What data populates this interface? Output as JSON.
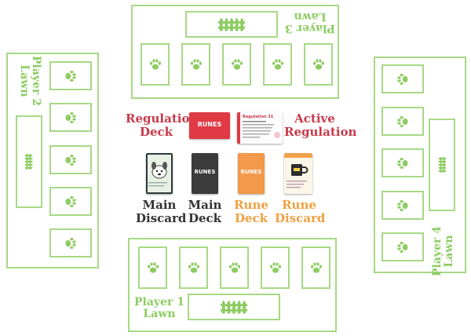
{
  "players": {
    "p1": {
      "label_line1": "Player 1",
      "label_line2": "Lawn"
    },
    "p2": {
      "label_line1": "Player 2",
      "label_line2": "Lawn"
    },
    "p3": {
      "label_line1": "Player 3",
      "label_line2": "Lawn"
    },
    "p4": {
      "label_line1": "Player 4",
      "label_line2": "Lawn"
    }
  },
  "center": {
    "regulation_deck": {
      "line1": "Regulation",
      "line2": "Deck"
    },
    "active_regulation": {
      "line1": "Active",
      "line2": "Regulation"
    },
    "main_discard": {
      "line1": "Main",
      "line2": "Discard"
    },
    "main_deck": {
      "line1": "Main",
      "line2": "Deck"
    },
    "rune_deck": {
      "line1": "Rune",
      "line2": "Deck"
    },
    "rune_discard": {
      "line1": "Rune",
      "line2": "Discard"
    }
  },
  "cards": {
    "runes_brand": "RUNES",
    "regulation_title": "Regulation 31"
  },
  "colors": {
    "lawn_green": "#a7d985",
    "regulation_red": "#c9394a",
    "main_dark": "#333333",
    "rune_orange": "#f0a040"
  },
  "icons": {
    "slot": "paw-print-icon",
    "lawn": "fence-icon"
  }
}
